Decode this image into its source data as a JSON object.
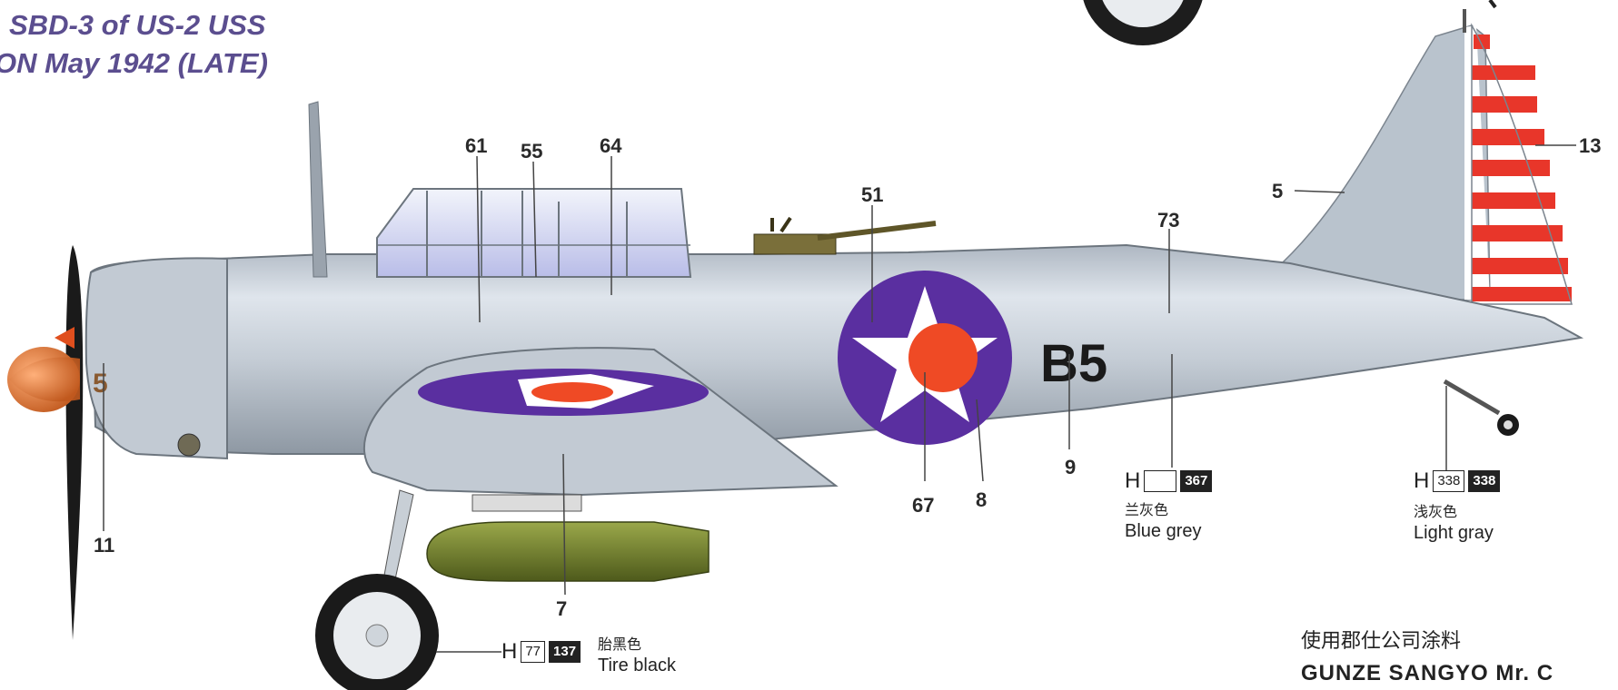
{
  "title": {
    "line1": "SBD-3 of US-2 USS",
    "line2": "ON May 1942 (LATE)"
  },
  "aircraft": {
    "code": "B5",
    "nose_number": "5"
  },
  "callouts": [
    "61",
    "55",
    "64",
    "51",
    "73",
    "5",
    "13",
    "11",
    "7",
    "67",
    "8",
    "9"
  ],
  "colors": {
    "blue_grey": {
      "prefix": "H",
      "code_a": "",
      "code_b": "367",
      "name_cn": "兰灰色",
      "name_en": "Blue grey"
    },
    "light_gray": {
      "prefix": "H",
      "code_a": "338",
      "code_b": "338",
      "name_cn": "浅灰色",
      "name_en": "Light gray"
    },
    "tire_black": {
      "prefix": "H",
      "code_a": "77",
      "code_b": "137",
      "name_cn": "胎黑色",
      "name_en": "Tire black"
    }
  },
  "footer": {
    "cn": "使用郡仕公司涂料",
    "en": "GUNZE SANGYO Mr. C"
  },
  "palette": {
    "title": "#5b4e8f",
    "insignia_blue": "#5a2fa0",
    "insignia_red": "#ef4a25",
    "rudder_red": "#e8362a",
    "fuselage": "#c8d0d8",
    "bomb": "#6f7f2a"
  }
}
